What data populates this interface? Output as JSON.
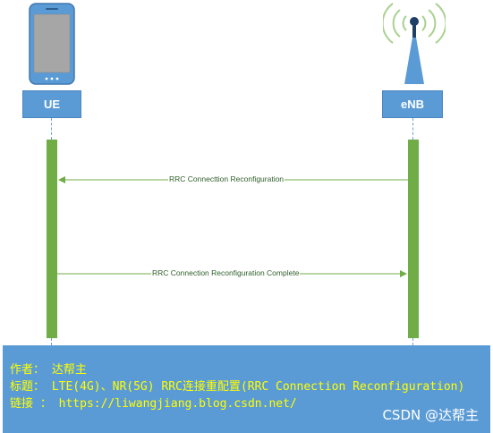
{
  "entities": {
    "ue": {
      "label": "UE"
    },
    "enb": {
      "label": "eNB"
    }
  },
  "messages": [
    {
      "label": "RRC Connecttion Reconfiguration",
      "from": "eNB",
      "to": "UE"
    },
    {
      "label": "RRC Connection Reconfiguration Complete",
      "from": "UE",
      "to": "eNB"
    }
  ],
  "footer": {
    "author": "作者： 达帮主",
    "title": "标题： LTE(4G)、NR(5G) RRC连接重配置(RRC Connection Reconfiguration)",
    "link": "链接 ： https://liwangjiang.blog.csdn.net/"
  },
  "watermark": "CSDN @达帮主",
  "colors": {
    "entity_box": "#5b9bd5",
    "lifeline": "#70ad47",
    "footer_bg": "#5b9bd5",
    "footer_text": "#ffff00"
  }
}
